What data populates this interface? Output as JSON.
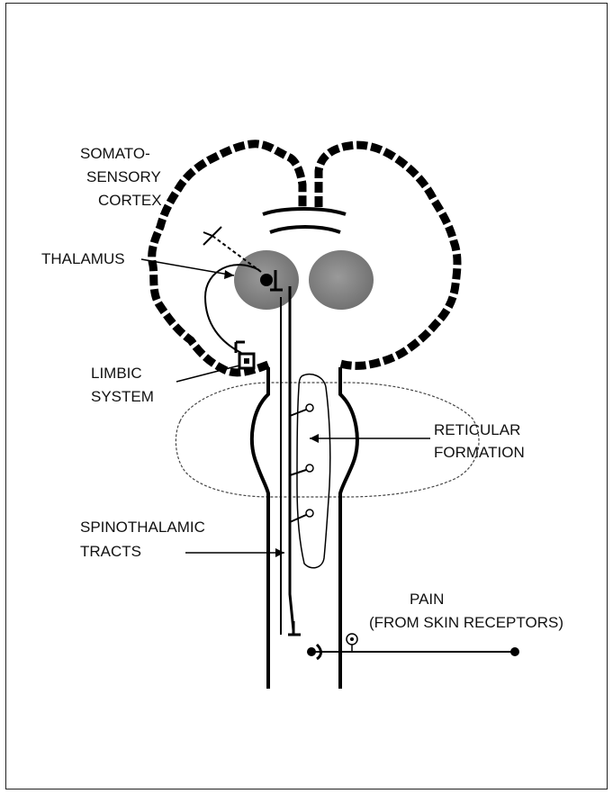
{
  "labels": {
    "cortex": [
      "SOMATO-",
      "SENSORY",
      "CORTEX"
    ],
    "thalamus": "THALAMUS",
    "limbic": [
      "LIMBIC",
      "SYSTEM"
    ],
    "reticular": [
      "RETICULAR",
      "FORMATION"
    ],
    "spinothalamic": [
      "SPINOTHALAMIC",
      "TRACTS"
    ],
    "pain": [
      "PAIN",
      "(FROM SKIN RECEPTORS)"
    ]
  },
  "colors": {
    "outline": "#000000",
    "thalamus_fill": "#8a8a8a",
    "background": "#ffffff"
  }
}
